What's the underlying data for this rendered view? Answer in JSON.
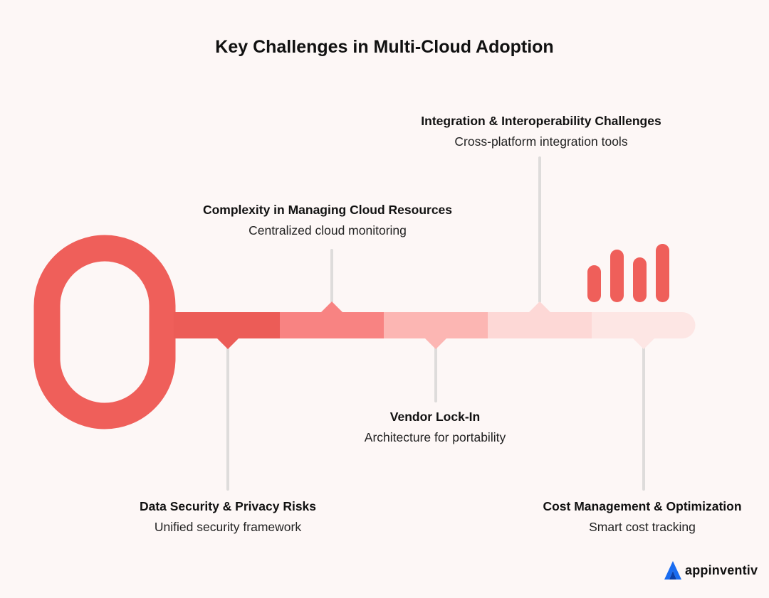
{
  "title": "Key Challenges in Multi-Cloud Adoption",
  "colors": {
    "key": "#ef5f5a",
    "segments": [
      "#ec5c57",
      "#f88382",
      "#fcb6b3",
      "#fdd8d6",
      "#fde6e4"
    ],
    "connector": "#dedcdb"
  },
  "challenges": [
    {
      "title": "Data Security & Privacy Risks",
      "subtitle": "Unified security framework"
    },
    {
      "title": "Complexity in Managing Cloud Resources",
      "subtitle": "Centralized cloud monitoring"
    },
    {
      "title": "Vendor Lock-In",
      "subtitle": "Architecture for portability"
    },
    {
      "title": "Integration & Interoperability Challenges",
      "subtitle": "Cross-platform integration tools"
    },
    {
      "title": "Cost Management & Optimization",
      "subtitle": "Smart cost tracking"
    }
  ],
  "brand": {
    "name": "appinventiv",
    "icon": "appinventiv-logo-icon"
  }
}
